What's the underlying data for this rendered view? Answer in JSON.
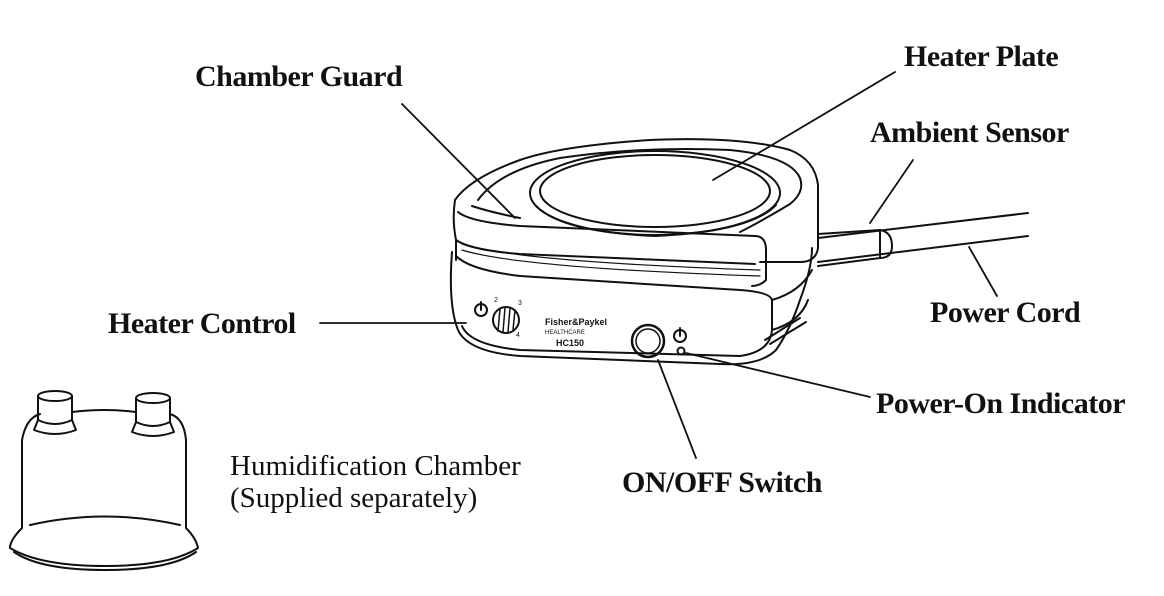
{
  "labels": {
    "chamber_guard": "Chamber Guard",
    "heater_plate": "Heater Plate",
    "ambient_sensor": "Ambient Sensor",
    "power_cord": "Power Cord",
    "heater_control": "Heater Control",
    "power_on_indicator": "Power-On Indicator",
    "on_off_switch": "ON/OFF Switch"
  },
  "caption": {
    "line1": "Humidification Chamber",
    "line2": "(Supplied separately)"
  },
  "device": {
    "brand_line1": "Fisher&Paykel",
    "brand_line2": "HEALTHCARE",
    "model": "HC150",
    "dial_ticks": [
      "2",
      "3",
      "4"
    ]
  },
  "colors": {
    "ink": "#111111",
    "paper": "#ffffff"
  }
}
